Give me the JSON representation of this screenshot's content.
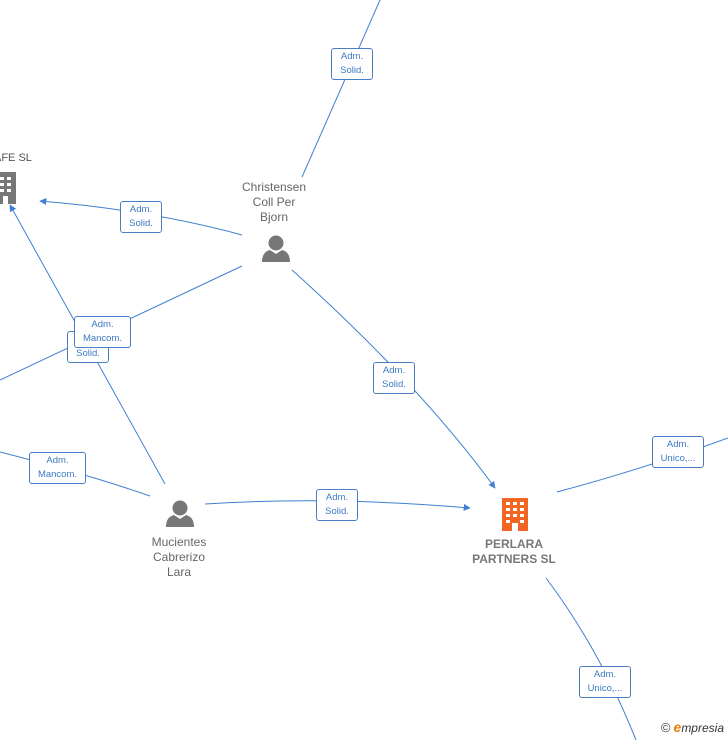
{
  "nodes": {
    "christensen": {
      "label": "Christensen\nColl Per\nBjorn",
      "type": "person"
    },
    "mucientes": {
      "label": "Mucientes\nCabrerizo\nLara",
      "type": "person"
    },
    "perlara": {
      "label": "PERLARA\nPARTNERS  SL",
      "type": "company-focus"
    },
    "afe": {
      "label": "AFE  SL",
      "type": "company"
    }
  },
  "edges": {
    "top_solid": {
      "label": "Adm.\nSolid."
    },
    "chr_afe": {
      "label": "Adm.\nSolid."
    },
    "chr_perlara": {
      "label": "Adm.\nSolid."
    },
    "left_solid": {
      "label": "Adm.\nSolid."
    },
    "mancom_top": {
      "label": "Adm.\nMancom."
    },
    "mancom_bottom": {
      "label": "Adm.\nMancom."
    },
    "muc_perlara": {
      "label": "Adm.\nSolid."
    },
    "right_unico": {
      "label": "Adm.\nUnico,..."
    },
    "bottom_unico": {
      "label": "Adm.\nUnico,..."
    }
  },
  "colors": {
    "edge": "#3f7fd1",
    "person": "#777777",
    "company": "#777777",
    "focus_company": "#f26522"
  },
  "footer": {
    "copyright_symbol": "©",
    "brand_initial": "e",
    "brand_rest": "mpresia"
  }
}
